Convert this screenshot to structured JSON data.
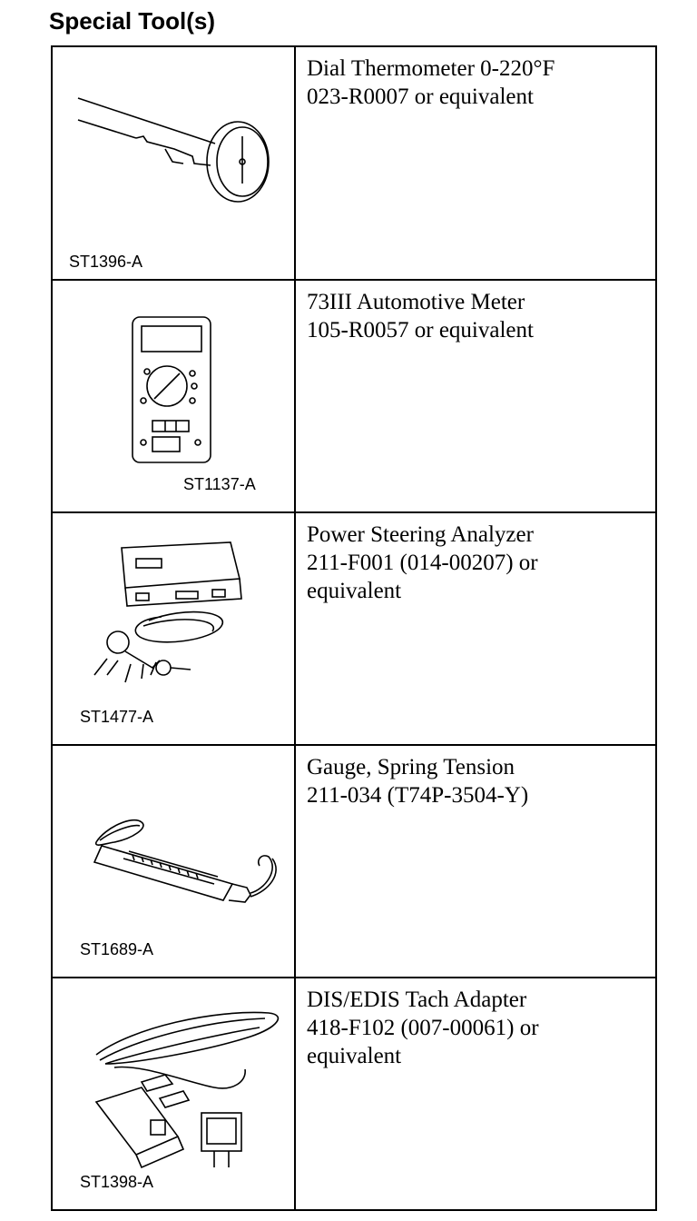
{
  "heading": "Special Tool(s)",
  "tools": [
    {
      "code": "ST1396-A",
      "icon": "dial-thermometer-icon",
      "lines": [
        "Dial Thermometer 0-220°F",
        "023-R0007 or equivalent"
      ]
    },
    {
      "code": "ST1137-A",
      "icon": "automotive-meter-icon",
      "lines": [
        "73III Automotive Meter",
        "105-R0057 or equivalent"
      ]
    },
    {
      "code": "ST1477-A",
      "icon": "power-steering-analyzer-icon",
      "lines": [
        "Power Steering Analyzer",
        "211-F001 (014-00207) or",
        "equivalent"
      ]
    },
    {
      "code": "ST1689-A",
      "icon": "spring-tension-gauge-icon",
      "lines": [
        "Gauge, Spring Tension",
        "211-034 (T74P-3504-Y)"
      ]
    },
    {
      "code": "ST1398-A",
      "icon": "tach-adapter-icon",
      "lines": [
        "DIS/EDIS Tach Adapter",
        "418-F102 (007-00061) or",
        "equivalent"
      ]
    }
  ]
}
